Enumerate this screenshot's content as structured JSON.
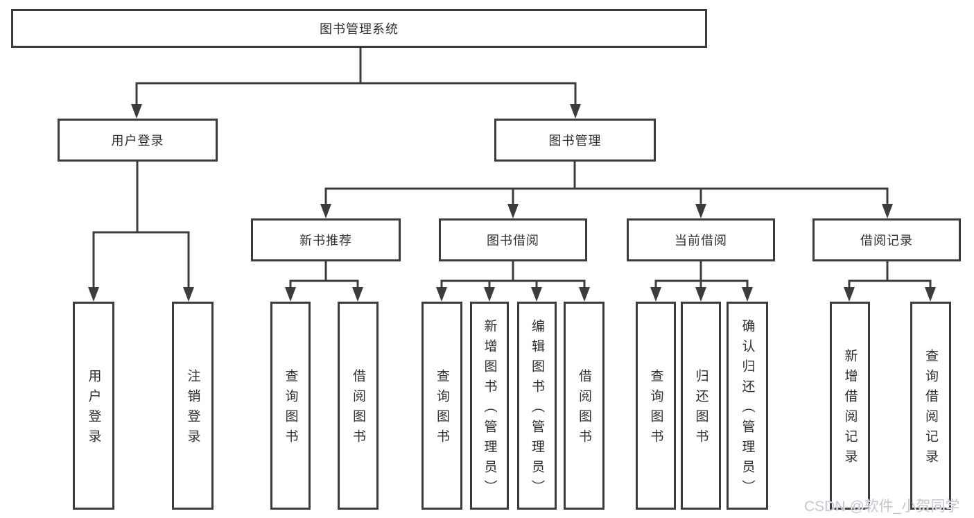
{
  "watermark": "CSDN @软件_小贺同学",
  "colors": {
    "line": "#3c3c3c",
    "text": "#2f2f2f",
    "box_bg": "#ffffff",
    "watermark": "#c3c8d0"
  },
  "tree": {
    "root": {
      "label": "图书管理系统"
    },
    "level2": [
      {
        "label": "用户登录",
        "children": [
          {
            "label": "用户登录"
          },
          {
            "label": "注销登录"
          }
        ]
      },
      {
        "label": "图书管理",
        "children": [
          {
            "label": "新书推荐",
            "children": [
              {
                "label": "查询图书"
              },
              {
                "label": "借阅图书"
              }
            ]
          },
          {
            "label": "图书借阅",
            "children": [
              {
                "label": "查询图书"
              },
              {
                "label": "新增图书（管理员）"
              },
              {
                "label": "编辑图书（管理员）"
              },
              {
                "label": "借阅图书"
              }
            ]
          },
          {
            "label": "当前借阅",
            "children": [
              {
                "label": "查询图书"
              },
              {
                "label": "归还图书"
              },
              {
                "label": "确认归还（管理员）"
              }
            ]
          },
          {
            "label": "借阅记录",
            "children": [
              {
                "label": "新增借阅记录"
              },
              {
                "label": "查询借阅记录"
              }
            ]
          }
        ]
      }
    ]
  }
}
